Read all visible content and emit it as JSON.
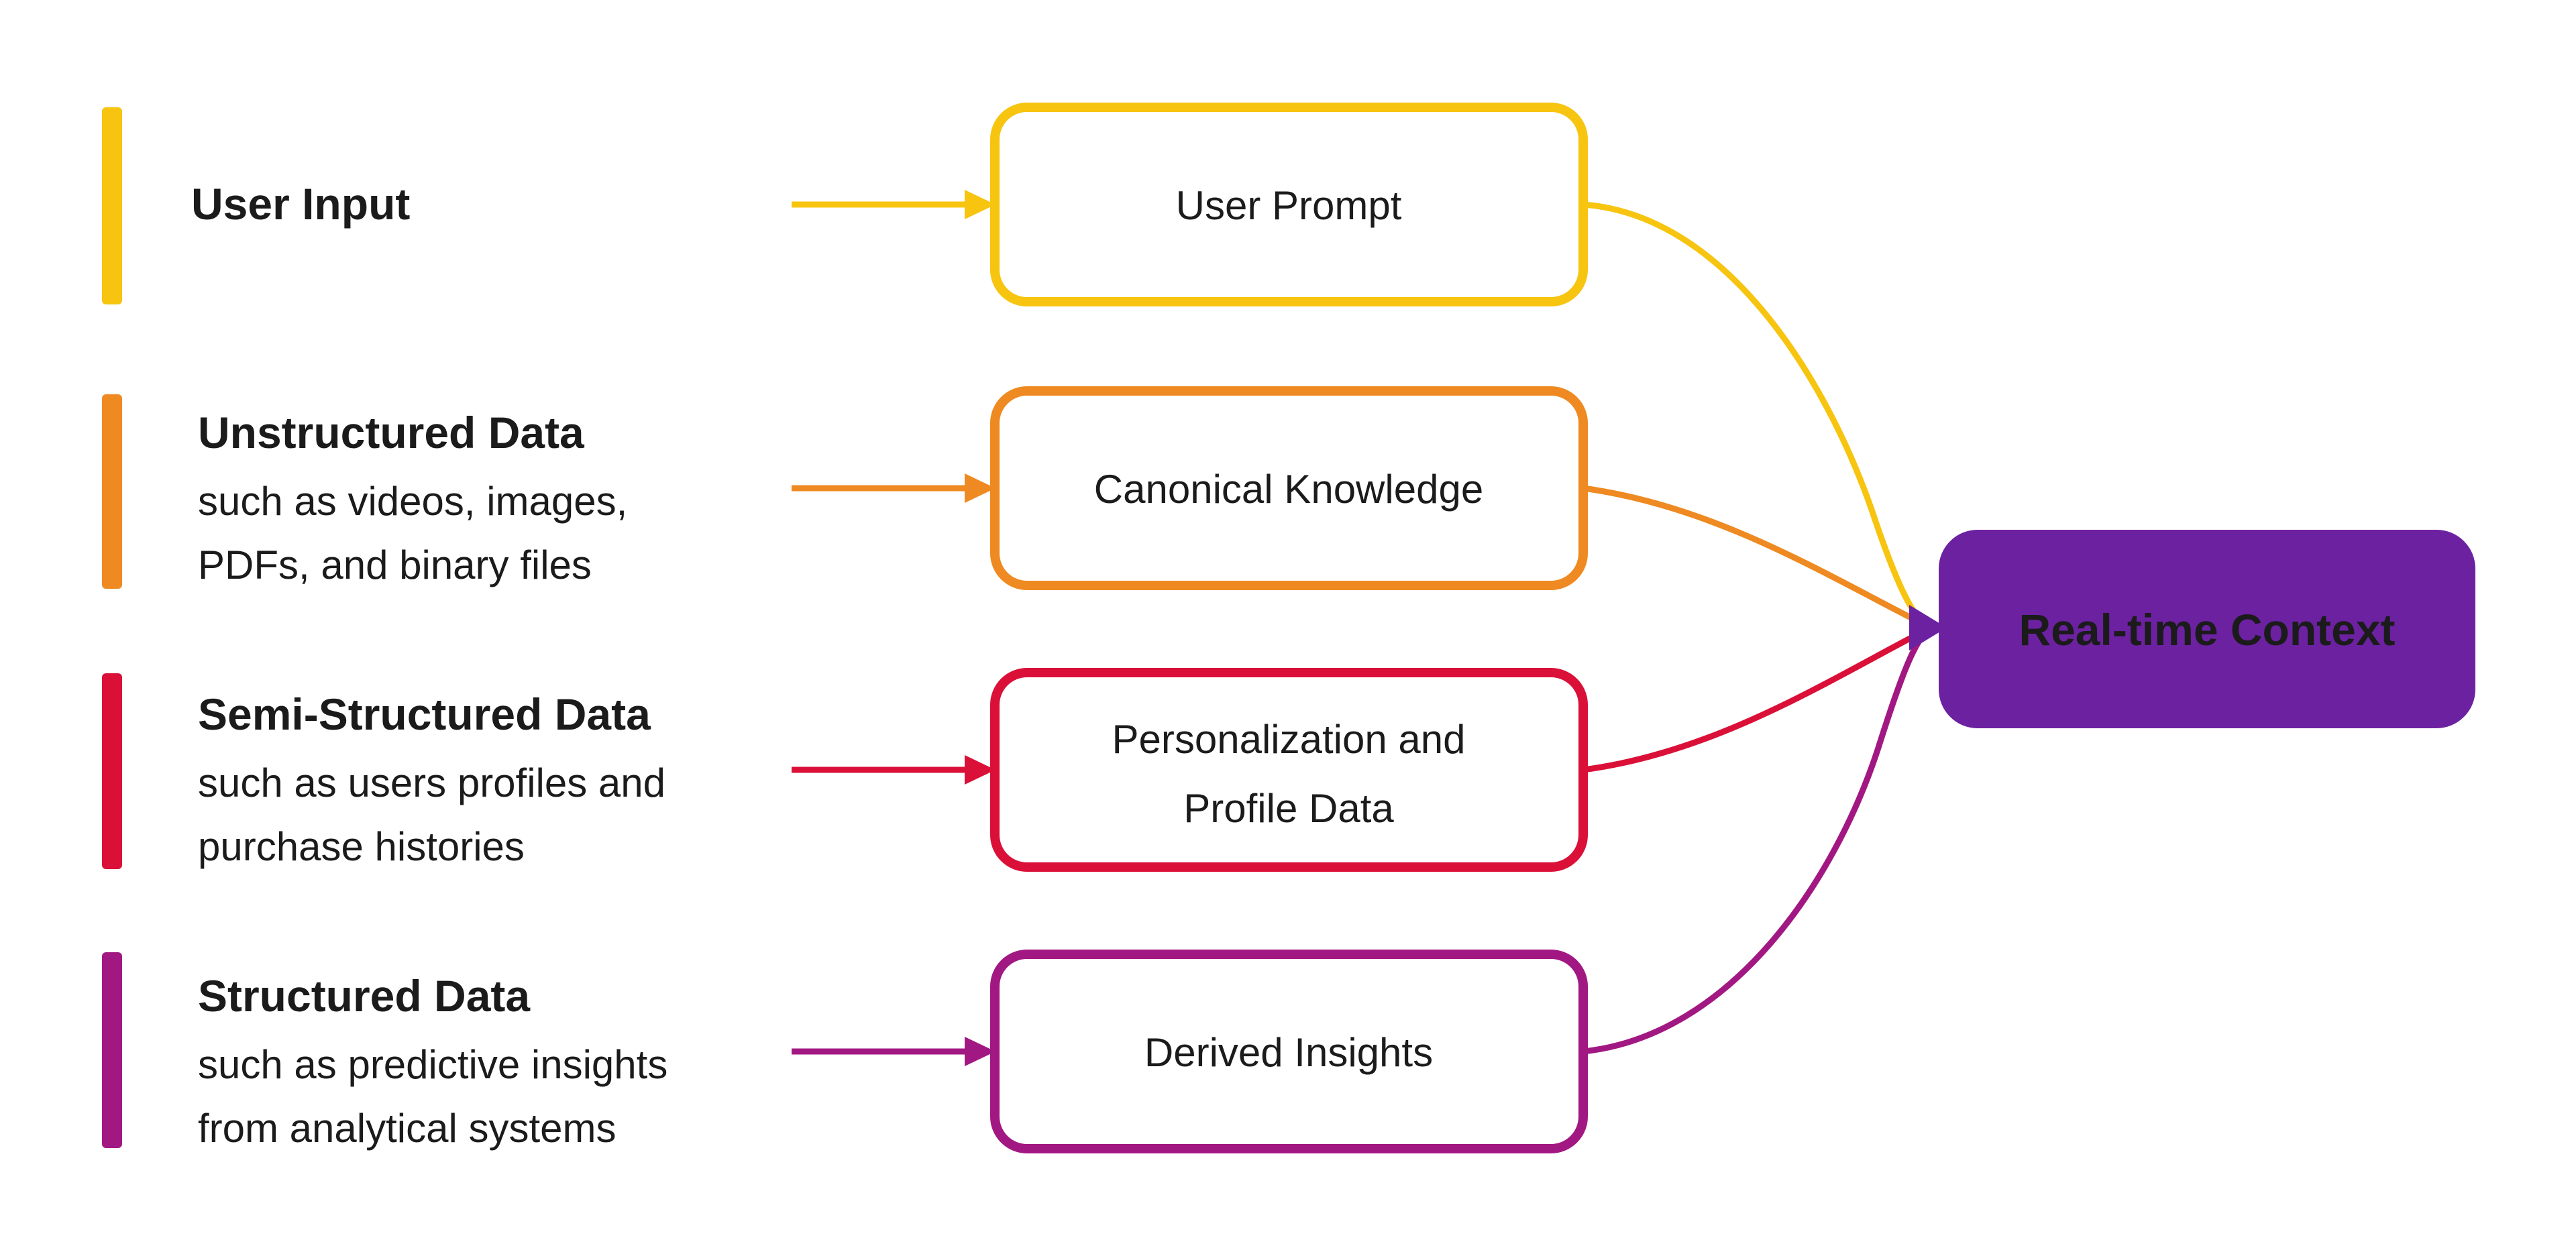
{
  "diagram": {
    "background_color": "#ffffff",
    "text_color": "#1b1b1b",
    "rows": [
      {
        "label": "User Input",
        "description_lines": [],
        "color": "#F7C40F",
        "node_label": "User Prompt",
        "node_lines": [
          "User Prompt"
        ]
      },
      {
        "label": "Unstructured Data",
        "description_lines": [
          "such as videos, images,",
          "PDFs, and binary files"
        ],
        "color": "#EE8A21",
        "node_label": "Canonical Knowledge",
        "node_lines": [
          "Canonical Knowledge"
        ]
      },
      {
        "label": "Semi-Structured Data",
        "description_lines": [
          "such as users profiles and",
          "purchase histories"
        ],
        "color": "#DA1038",
        "node_label": "Personalization and Profile Data",
        "node_lines": [
          "Personalization and",
          "Profile Data"
        ]
      },
      {
        "label": "Structured Data",
        "description_lines": [
          "such as predictive insights",
          "from analytical systems"
        ],
        "color": "#A21883",
        "node_label": "Derived Insights",
        "node_lines": [
          "Derived Insights"
        ]
      }
    ],
    "target": {
      "label": "Real-time Context",
      "fill_color": "#6C21A1",
      "text_color": "#ffffff"
    }
  }
}
